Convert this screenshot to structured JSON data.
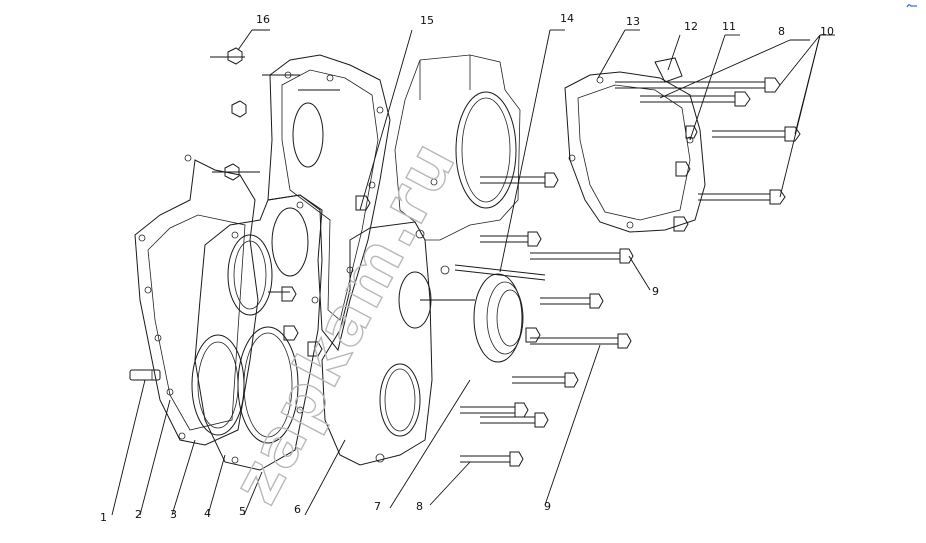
{
  "watermark": "zapkam.ru",
  "callouts": [
    {
      "id": "c1",
      "label": "1"
    },
    {
      "id": "c2",
      "label": "2"
    },
    {
      "id": "c3",
      "label": "3"
    },
    {
      "id": "c4",
      "label": "4"
    },
    {
      "id": "c5",
      "label": "5"
    },
    {
      "id": "c6",
      "label": "6"
    },
    {
      "id": "c7",
      "label": "7"
    },
    {
      "id": "c8a",
      "label": "8"
    },
    {
      "id": "c9a",
      "label": "9"
    },
    {
      "id": "c9b",
      "label": "9"
    },
    {
      "id": "c8b",
      "label": "8"
    },
    {
      "id": "c10",
      "label": "10"
    },
    {
      "id": "c11",
      "label": "11"
    },
    {
      "id": "c12",
      "label": "12"
    },
    {
      "id": "c13",
      "label": "13"
    },
    {
      "id": "c14",
      "label": "14"
    },
    {
      "id": "c15",
      "label": "15"
    },
    {
      "id": "c16",
      "label": "16"
    }
  ],
  "colors": {
    "line": "#1a1a1a",
    "watermark": "#b8b8b8",
    "corner_mark": "#3b6fd8"
  }
}
